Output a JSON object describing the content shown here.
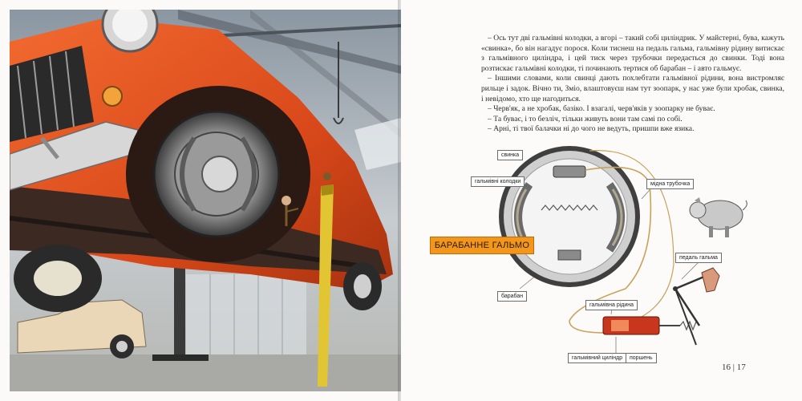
{
  "page_numbers": "16 | 17",
  "banner": "БАРАБАННЕ ГАЛЬМО",
  "paragraphs": [
    "– Ось тут дві гальмівні колодки, а вгорі – такий собі циліндрик. У майстерні, бува, кажуть «свинка», бо він нагадує порося. Коли тиснеш на педаль гальма, гальмівну рідину витискає з гальмівного циліндра, і цей тиск через трубочки передається до свинки. Тоді вона розтискає гальмівні колодки, ті починають тертися об барабан – і авто гальмує.",
    "– Іншими словами, коли свинці дають похлебтати гальмівної рідини, вона вистромляє рильце і задок. Вічно ти, Зміо, влаштовуєш нам тут зоопарк, у нас уже були хробак, свинка, і невідомо, хто ще нагодиться.",
    "– Черв'як, а не хробак, базіко. І взагалі, черв'яків у зоопарку не буває.",
    "– Та буває, і то безліч, тільки живуть вони там самі по собі.",
    "– Арні, ті твої балачки ні до чого не ведуть, пришпи вже язика."
  ],
  "labels": {
    "svynka": "свинка",
    "kolodky": "гальмівні колодки",
    "trubochka": "мідна трубочка",
    "pedal": "педаль гальма",
    "baraban": "барабан",
    "ridyna": "гальмівна рідина",
    "tsylindr": "гальмівний циліндр",
    "porshen": "поршень"
  },
  "colors": {
    "banner": "#f2961c",
    "car_orange": "#e0511c",
    "pipe": "#c9a25a",
    "cylinder_red": "#c8361d"
  }
}
